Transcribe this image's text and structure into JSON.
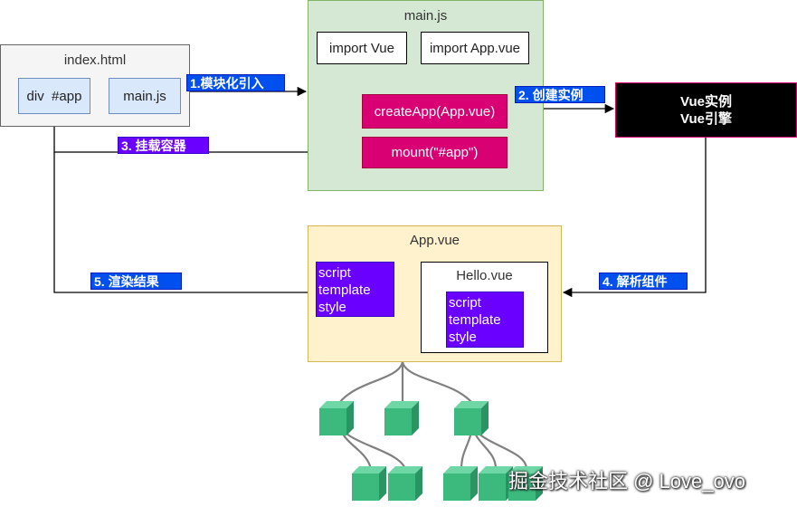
{
  "index_html": {
    "title": "index.html",
    "div_app": "div  #app",
    "main_js": "main.js"
  },
  "main_js": {
    "title": "main.js",
    "import_vue": "import Vue",
    "import_app_vue": "import App.vue",
    "create_app": "createApp(App.vue)",
    "mount": "mount(\"#app\")"
  },
  "vue_instance": {
    "line1": "Vue实例",
    "line2": "Vue引擎"
  },
  "app_vue": {
    "title": "App.vue",
    "sfc_parts": [
      "script",
      "template",
      "style"
    ],
    "hello_vue": {
      "title": "Hello.vue",
      "sfc_parts": [
        "script",
        "template",
        "style"
      ]
    }
  },
  "steps": {
    "step1": "1.模块化引入",
    "step2": "2. 创建实例",
    "step3": "3. 挂载容器",
    "step4": "4. 解析组件",
    "step5": "5. 渲染结果"
  },
  "colors": {
    "module_blue": "#dae8fc",
    "main_green": "#d5e8d4",
    "magenta": "#d80073",
    "purple": "#6a00ff",
    "step_blue": "#0050ef",
    "app_yellow": "#fff2cc",
    "tree_green": "#3cb97d"
  },
  "watermark": "掘金技术社区 @ Love_ovo"
}
